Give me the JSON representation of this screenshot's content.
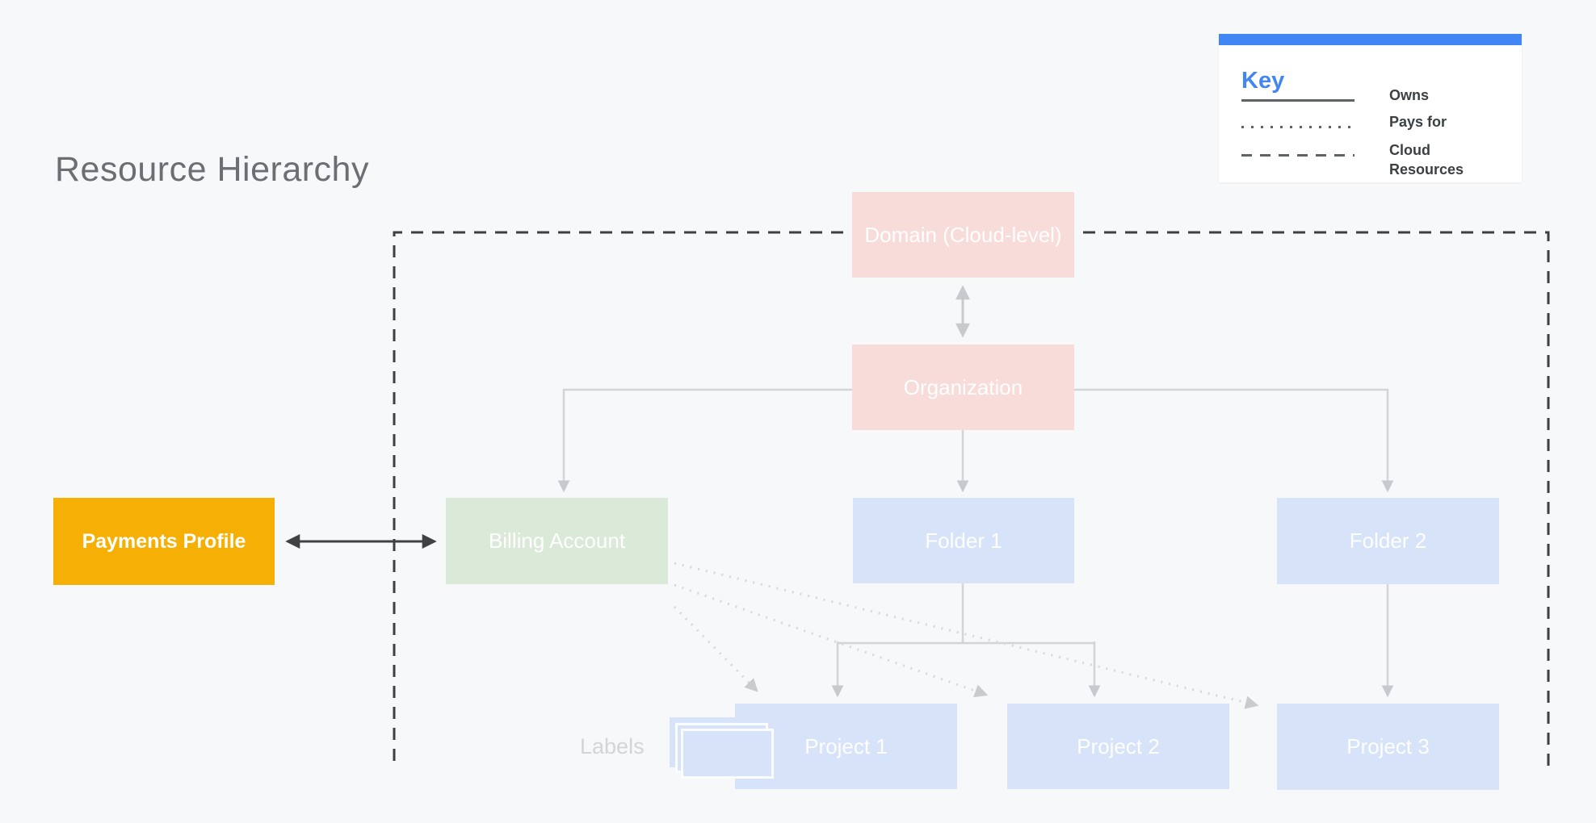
{
  "title": "Resource Hierarchy",
  "legend": {
    "title": "Key",
    "items": [
      {
        "style": "solid",
        "label": "Owns"
      },
      {
        "style": "dotted",
        "label": "Pays for"
      },
      {
        "style": "dashed",
        "label": "Cloud Resources"
      }
    ]
  },
  "nodes": {
    "domain": {
      "label": "Domain (Cloud-level)"
    },
    "organization": {
      "label": "Organization"
    },
    "payments_profile": {
      "label": "Payments Profile"
    },
    "billing_account": {
      "label": "Billing Account"
    },
    "folder1": {
      "label": "Folder 1"
    },
    "folder2": {
      "label": "Folder 2"
    },
    "project1": {
      "label": "Project 1"
    },
    "project2": {
      "label": "Project 2"
    },
    "project3": {
      "label": "Project 3"
    }
  },
  "labels_caption": "Labels",
  "colors": {
    "background": "#f7f8f9",
    "org_pink": "#f8dcda",
    "billing_green": "#dbe9d8",
    "node_blue": "#d7e3f8",
    "payments_yellow": "#f6af04",
    "accent_blue": "#4285f4",
    "dark_line": "#3c4043",
    "legend_line": "#5f6368",
    "legend_text": "#3c4043",
    "gray_line": "#d2d4d7",
    "gray_arrow": "#c7c9cc",
    "dot_line": "#d6d7da",
    "title_gray": "#6b6e72",
    "faint_text": "#d2d4d7"
  }
}
